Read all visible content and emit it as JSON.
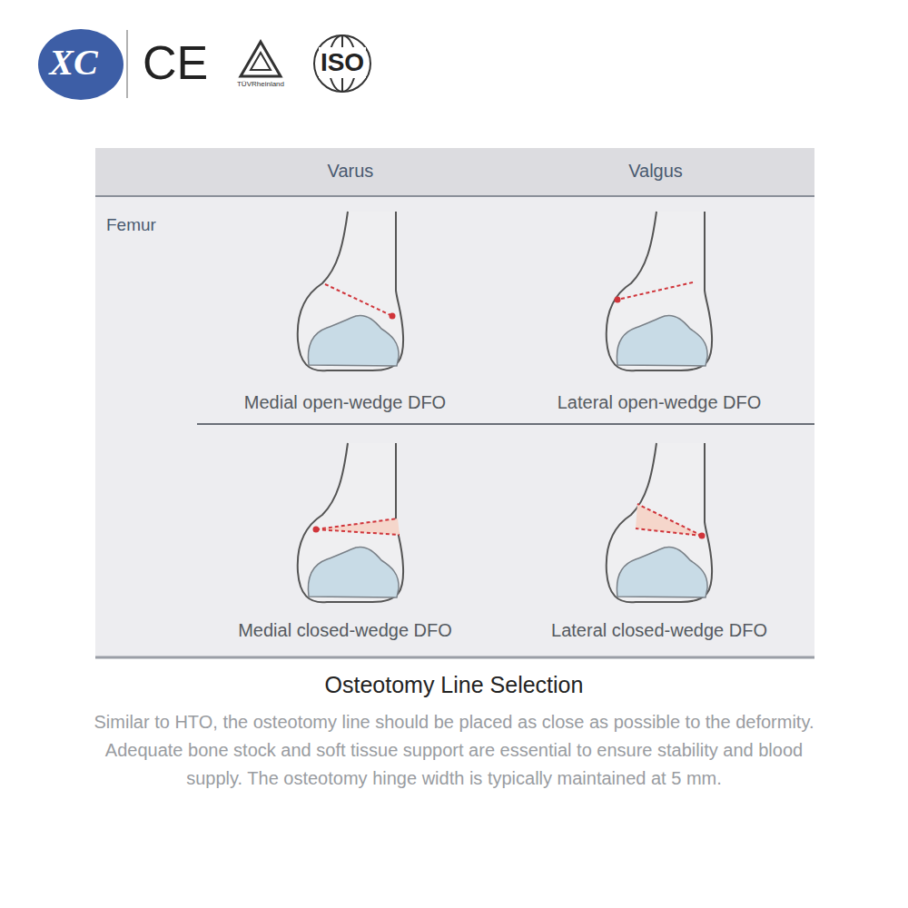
{
  "diagram": {
    "title": "Osteotomy Line Selection",
    "caption": "Similar to HTO, the osteotomy line should be placed as close as possible to the deformity. Adequate bone stock and soft tissue support are essential to ensure stability and blood supply. The osteotomy hinge width is typically maintained at 5 mm.",
    "nodes": [
      {
        "text": [
          "XC"
        ]
      },
      {
        "text": [
          "Varus",
          "Valgus"
        ]
      }
    ],
    "labels": [
      "CE",
      "TÜVRheinland",
      "ISO",
      "Femur",
      "Medial open-wedge DFO",
      "Lateral open-wedge DFO",
      "Medial closed-wedge DFO",
      "Lateral closed-wedge DFO"
    ]
  }
}
